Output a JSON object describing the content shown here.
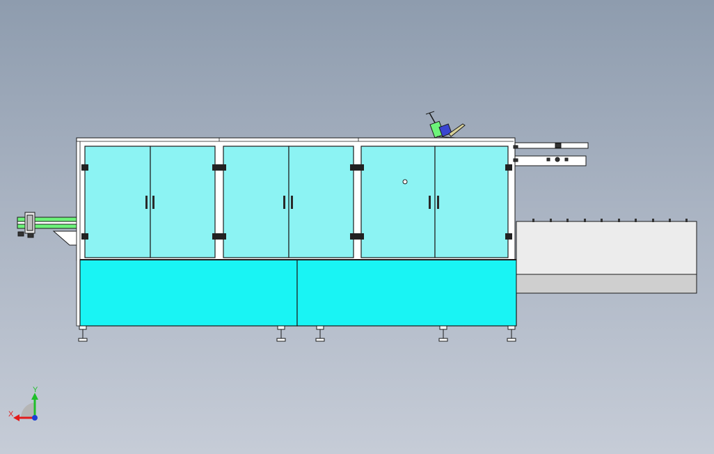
{
  "viewport": {
    "background_top": "#8e9cae",
    "background_bottom": "#c6ccd7"
  },
  "colors": {
    "glass_panel": "#8cf3f3",
    "lower_cabinet": "#19f4f4",
    "frame": "#ffffff",
    "outline": "#1a1a1a",
    "hinge": "#222222",
    "infeed_conveyor": "#6df37a",
    "outfeed_table": "#ececec",
    "outfeed_table_base": "#cfcfcf"
  },
  "model": {
    "upper_door_sections": 3,
    "doors_per_section": 2,
    "lower_panels": 2,
    "leveling_feet": 5
  },
  "triad": {
    "x_label": "X",
    "y_label": "Y",
    "x_axis_color": "#e21b1b",
    "y_axis_color": "#1fbf2a",
    "z_axis_color": "#1d3fd6"
  }
}
